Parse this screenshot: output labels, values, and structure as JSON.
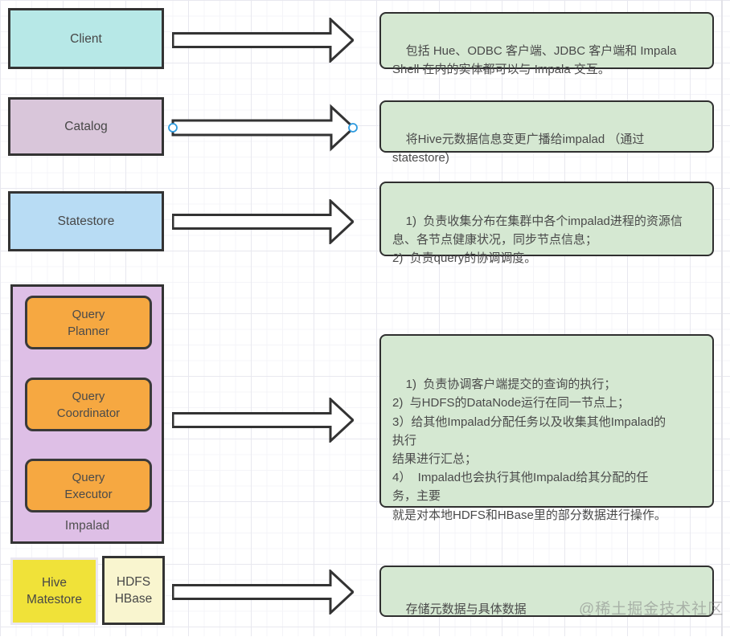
{
  "nodes": {
    "client": {
      "label": "Client"
    },
    "catalog": {
      "label": "Catalog"
    },
    "statestore": {
      "label": "Statestore"
    },
    "impalad": {
      "label": "Impalad",
      "children": {
        "planner": "Query\nPlanner",
        "coordinator": "Query\nCoordinator",
        "executor": "Query\nExecutor"
      }
    },
    "hive": {
      "label": "Hive\nMatestore"
    },
    "hdfs": {
      "label": "HDFS\nHBase"
    }
  },
  "notes": {
    "client_note": "包括 Hue、ODBC 客户端、JDBC 客户端和 Impala\nShell 在内的实体都可以与 Impala 交互。",
    "catalog_note": "将Hive元数据信息变更广播给impalad （通过\nstatestore)",
    "statestore_note": "1)  负责收集分布在集群中各个impalad进程的资源信\n息、各节点健康状况，同步节点信息；\n2)  负责query的协调调度。",
    "impalad_note": "1)  负责协调客户端提交的查询的执行；\n2)  与HDFS的DataNode运行在同一节点上；\n3）给其他Impalad分配任务以及收集其他Impalad的\n执行\n结果进行汇总；\n4）  Impalad也会执行其他Impalad给其分配的任\n务，主要\n就是对本地HDFS和HBase里的部分数据进行操作。",
    "storage_note": "存储元数据与具体数据"
  },
  "watermark": "@稀土掘金技术社区",
  "colors": {
    "client_fill": "#b7e8e7",
    "catalog_fill": "#d9c6da",
    "statestore_fill": "#b8dcf4",
    "impalad_fill": "#debfe6",
    "query_fill": "#f6a841",
    "hive_fill": "#f0e239",
    "hdfs_fill": "#f9f5cf",
    "note_fill": "#d5e8d2",
    "shape_border": "#333333",
    "selection_handle_blue": "#2e9bdf"
  }
}
